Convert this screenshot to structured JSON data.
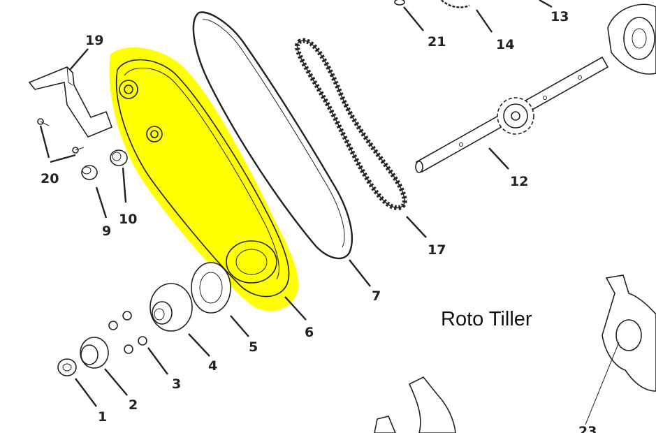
{
  "diagram": {
    "title": "Roto Tiller",
    "highlight_color": "#ffff00",
    "line_color": "#222222",
    "callouts": [
      "1",
      "2",
      "3",
      "4",
      "5",
      "6",
      "7",
      "9",
      "10",
      "12",
      "13",
      "14",
      "17",
      "19",
      "20",
      "21",
      "23"
    ]
  }
}
